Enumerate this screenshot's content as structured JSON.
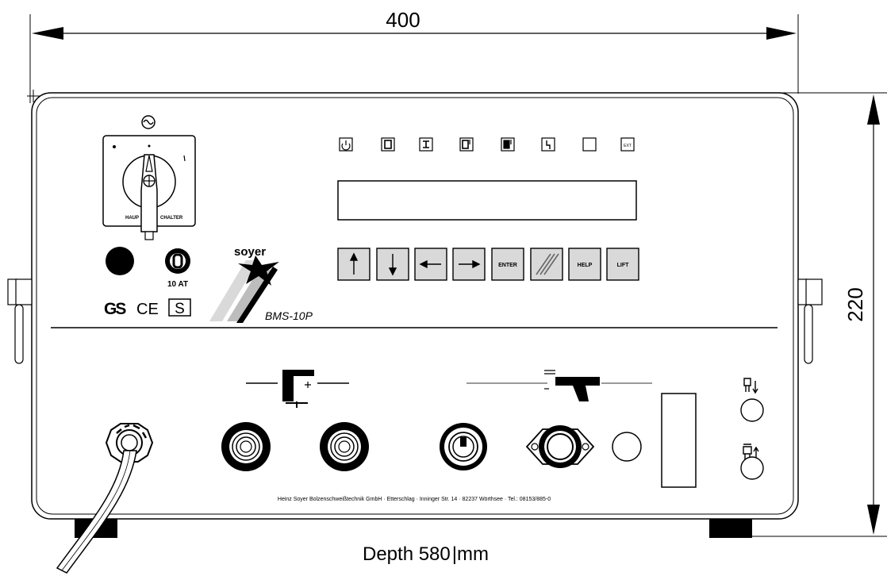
{
  "dimensions": {
    "width": "400",
    "height": "220",
    "depth_label": "Depth 580",
    "depth_unit": "mm"
  },
  "device": {
    "brand": "soyer",
    "model": "BMS-10P",
    "main_switch_label_left": "HAUP",
    "main_switch_label_right": "CHALTER",
    "fuse_label": "10 AT",
    "certifications": [
      "GS",
      "CE",
      "S"
    ],
    "status_icons": [
      "power-icon",
      "mode1-icon",
      "mode2-icon",
      "mode3-icon",
      "mode4-icon",
      "lightning-icon",
      "blank-icon",
      "ext-icon"
    ],
    "ext_label": "EXT",
    "keys": [
      "↑",
      "↓",
      "←",
      "→",
      "ENTER",
      "",
      "HELP",
      "LIFT"
    ],
    "footer": "Heinz Soyer Bolzenschweißtechnik GmbH · Etterschlag · Inninger Str. 14 · 82237 Wörthsee · Tel.: 08153/885-0"
  }
}
